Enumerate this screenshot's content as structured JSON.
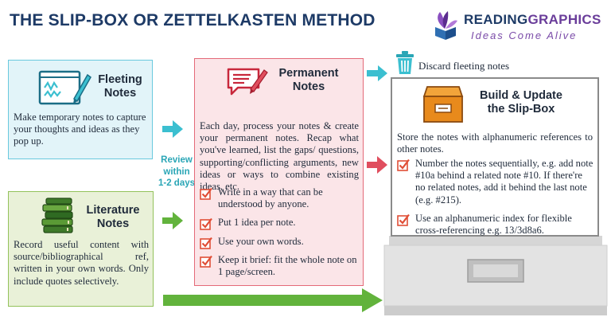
{
  "title": "THE SLIP-BOX OR ZETTELKASTEN METHOD",
  "logo": {
    "brand_part1": "READING",
    "brand_part2": "GRAPHICS",
    "tagline": "Ideas Come Alive"
  },
  "fleeting": {
    "heading_line1": "Fleeting",
    "heading_line2": "Notes",
    "text": "Make temporary notes to capture your thoughts and ideas as they pop up."
  },
  "literature": {
    "heading_line1": "Literature",
    "heading_line2": "Notes",
    "text": "Record useful content with source/bibliographical ref, written in your own words. Only include quotes selectively."
  },
  "review": {
    "line1": "Review",
    "line2": "within",
    "line3": "1-2 days"
  },
  "permanent": {
    "heading_line1": "Permanent",
    "heading_line2": "Notes",
    "text": "Each day, process your notes & create your permanent notes. Recap what you've learned, list the gaps/ questions, supporting/conflicting arguments, new ideas or ways to combine existing ideas, etc.",
    "checklist": [
      "Write in a way that can be understood by anyone.",
      "Put 1 idea per note.",
      "Use your own words.",
      "Keep it brief: fit the whole note on 1 page/screen."
    ]
  },
  "discard": {
    "label": "Discard fleeting notes"
  },
  "slipbox": {
    "heading_line1": "Build & Update",
    "heading_line2": "the Slip-Box",
    "text": "Store the notes with alphanumeric references to other notes.",
    "checklist": [
      "Number the notes sequentially, e.g. add note #10a behind a related note #10. If there're no related notes, add it behind the last note (e.g. #215).",
      "Use an alphanumeric index for flexible cross-referencing e.g. 13/3d8a6."
    ]
  },
  "colors": {
    "title": "#1d3a66",
    "teal_arrow": "#3bbfd0",
    "green_arrow": "#62b33c",
    "red_arrow": "#e04e5e",
    "check": "#e04e36"
  }
}
